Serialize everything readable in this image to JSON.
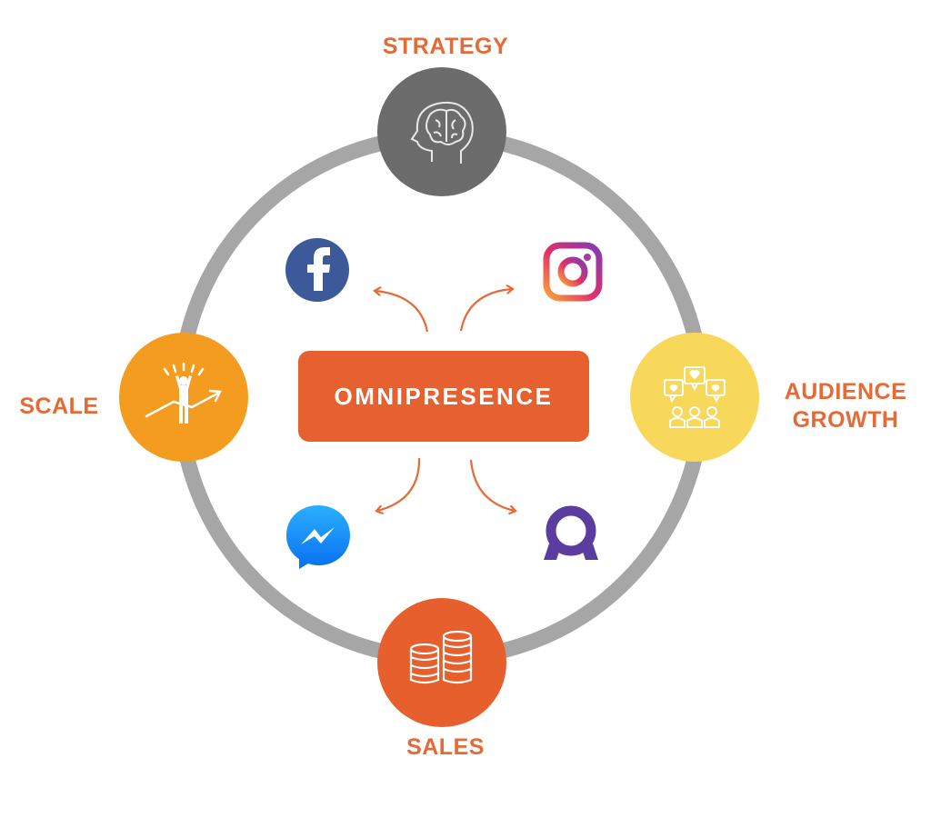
{
  "colors": {
    "ring": "#a6a6a6",
    "label": "#e46a36",
    "strategy": "#6c6c6c",
    "audience": "#f8d85b",
    "sales": "#e75f2c",
    "scale": "#f49c1f",
    "center": "#e6612f",
    "arrow": "#e46a36"
  },
  "center": {
    "label": "OMNIPRESENCE"
  },
  "nodes": {
    "strategy": {
      "label": "STRATEGY",
      "icon": "head-brain-icon"
    },
    "audience": {
      "label_line1": "AUDIENCE",
      "label_line2": "GROWTH",
      "icon": "audience-chat-icon"
    },
    "sales": {
      "label": "SALES",
      "icon": "coin-stacks-icon"
    },
    "scale": {
      "label": "SCALE",
      "icon": "person-growth-icon"
    }
  },
  "platforms": [
    "facebook-icon",
    "instagram-icon",
    "messenger-icon",
    "quuu-icon"
  ]
}
